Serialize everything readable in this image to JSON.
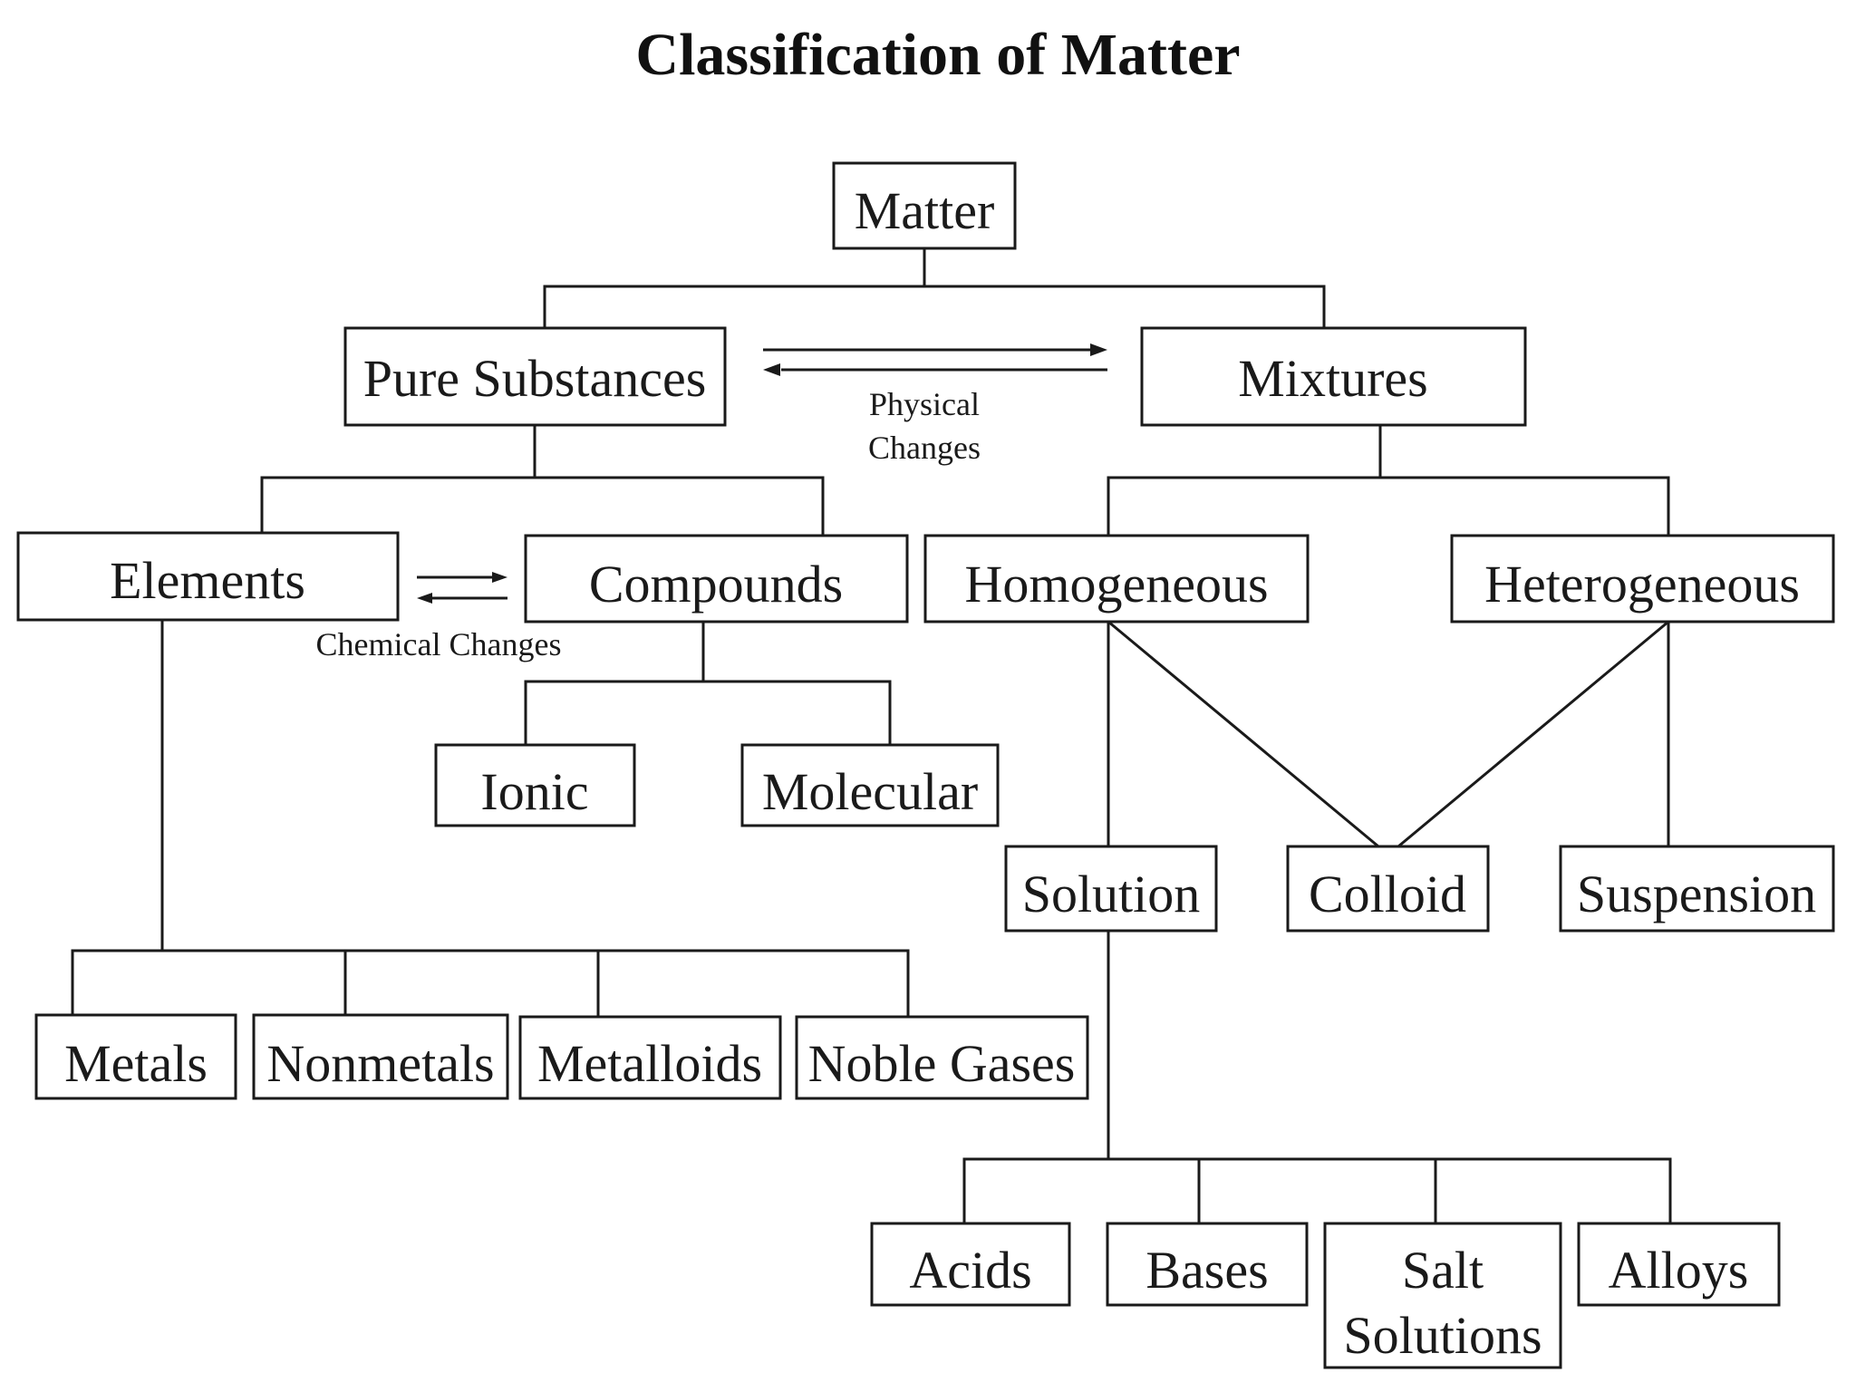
{
  "title": "Classification of Matter",
  "nodes": {
    "matter": "Matter",
    "pure_substances": "Pure Substances",
    "mixtures": "Mixtures",
    "elements": "Elements",
    "compounds": "Compounds",
    "homogeneous": "Homogeneous",
    "heterogeneous": "Heterogeneous",
    "ionic": "Ionic",
    "molecular": "Molecular",
    "solution": "Solution",
    "colloid": "Colloid",
    "suspension": "Suspension",
    "metals": "Metals",
    "nonmetals": "Nonmetals",
    "metalloids": "Metalloids",
    "noble_gases": "Noble Gases",
    "acids": "Acids",
    "bases": "Bases",
    "salt_solutions_line1": "Salt",
    "salt_solutions_line2": "Solutions",
    "alloys": "Alloys"
  },
  "annotations": {
    "physical_line1": "Physical",
    "physical_line2": "Changes",
    "chemical": "Chemical Changes"
  }
}
